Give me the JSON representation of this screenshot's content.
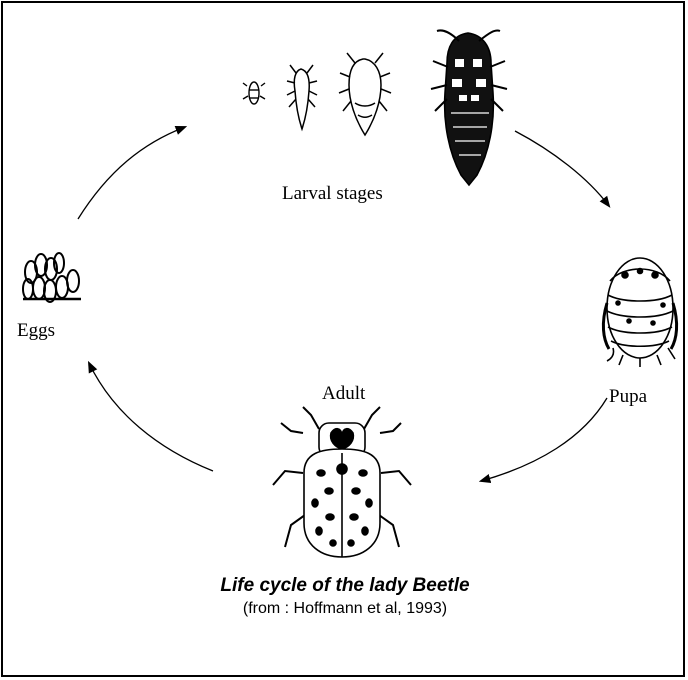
{
  "diagram": {
    "stages": {
      "larval_label": "Larval stages",
      "pupa_label": "Pupa",
      "adult_label": "Adult",
      "eggs_label": "Eggs"
    },
    "caption": {
      "title": "Life cycle of the lady Beetle",
      "source": "(from : Hoffmann et al, 1993)"
    },
    "colors": {
      "line": "#000000",
      "background": "#ffffff"
    }
  }
}
